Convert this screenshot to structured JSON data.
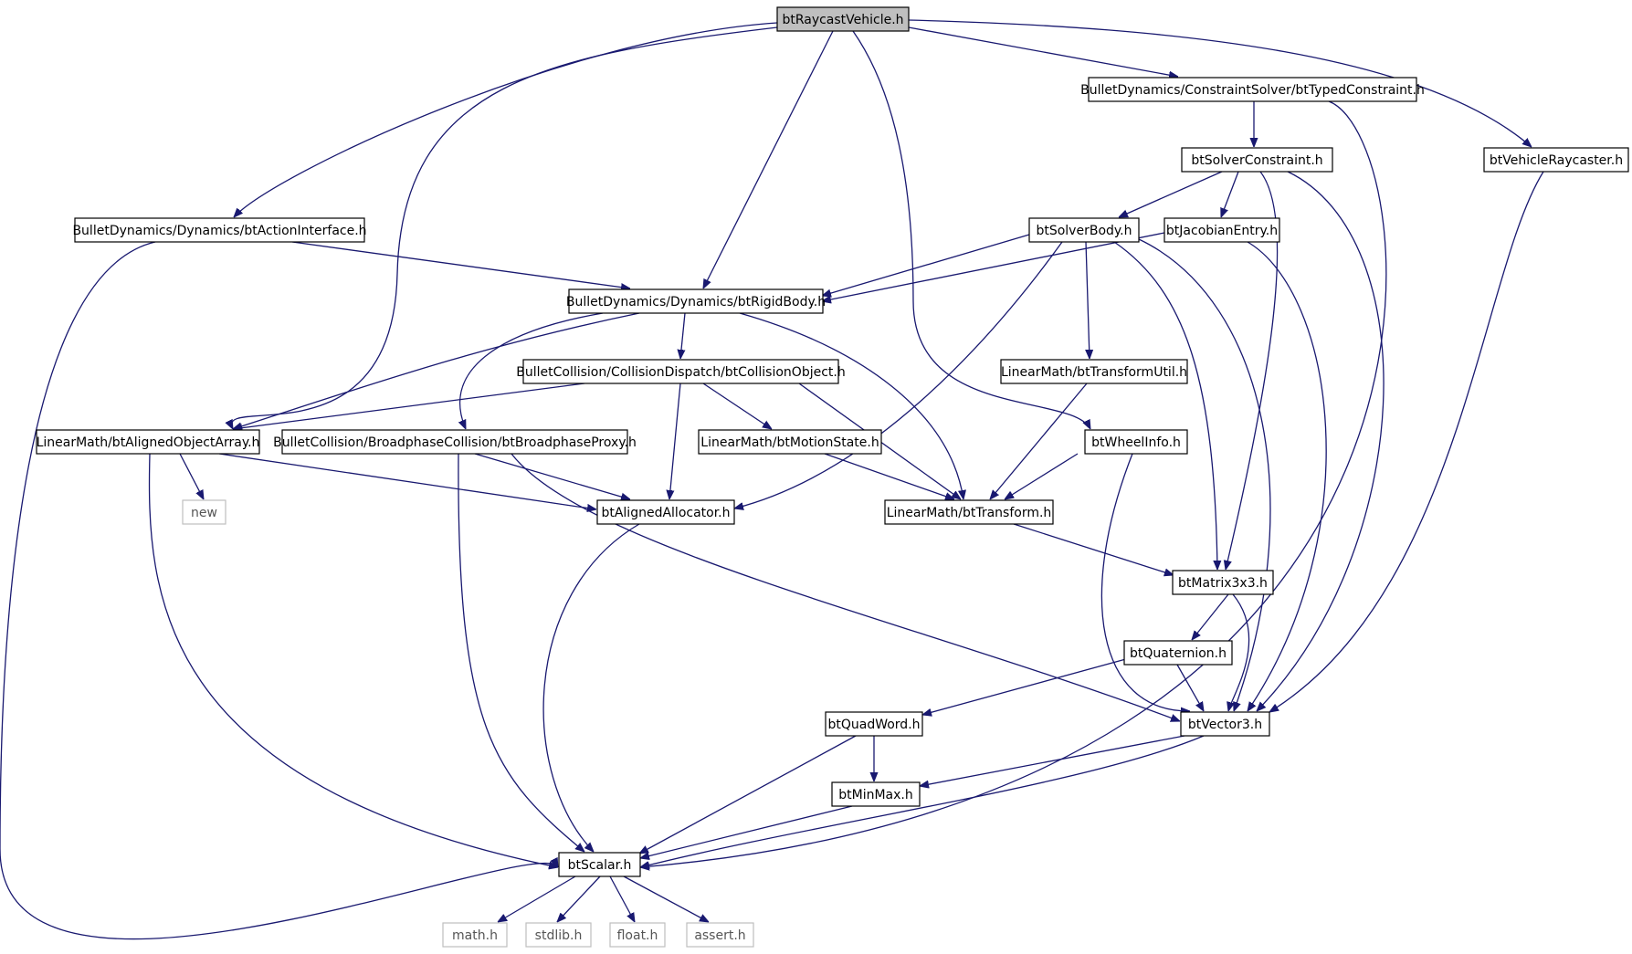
{
  "colors": {
    "edge": "#191970",
    "root_fill": "#bfbfbf",
    "border": "#000000",
    "system_border": "#bfbfbf"
  },
  "nodes": {
    "rv": {
      "label": "btRaycastVehicle.h"
    },
    "tc": {
      "label": "BulletDynamics/ConstraintSolver/btTypedConstraint.h"
    },
    "vr": {
      "label": "btVehicleRaycaster.h"
    },
    "sc": {
      "label": "btSolverConstraint.h"
    },
    "ai": {
      "label": "BulletDynamics/Dynamics/btActionInterface.h"
    },
    "sb": {
      "label": "btSolverBody.h"
    },
    "je": {
      "label": "btJacobianEntry.h"
    },
    "rb": {
      "label": "BulletDynamics/Dynamics/btRigidBody.h"
    },
    "co": {
      "label": "BulletCollision/CollisionDispatch/btCollisionObject.h"
    },
    "tu": {
      "label": "LinearMath/btTransformUtil.h"
    },
    "aoa": {
      "label": "LinearMath/btAlignedObjectArray.h"
    },
    "bp": {
      "label": "BulletCollision/BroadphaseCollision/btBroadphaseProxy.h"
    },
    "ms": {
      "label": "LinearMath/btMotionState.h"
    },
    "wi": {
      "label": "btWheelInfo.h"
    },
    "nw": {
      "label": "new"
    },
    "aa": {
      "label": "btAlignedAllocator.h"
    },
    "tr": {
      "label": "LinearMath/btTransform.h"
    },
    "m33": {
      "label": "btMatrix3x3.h"
    },
    "qt": {
      "label": "btQuaternion.h"
    },
    "qw": {
      "label": "btQuadWord.h"
    },
    "v3": {
      "label": "btVector3.h"
    },
    "mm": {
      "label": "btMinMax.h"
    },
    "s": {
      "label": "btScalar.h"
    },
    "math": {
      "label": "math.h"
    },
    "stdlib": {
      "label": "stdlib.h"
    },
    "float": {
      "label": "float.h"
    },
    "assert": {
      "label": "assert.h"
    }
  },
  "edges": [
    [
      "rv",
      "ai"
    ],
    [
      "rv",
      "aoa"
    ],
    [
      "rv",
      "rb"
    ],
    [
      "rv",
      "wi"
    ],
    [
      "rv",
      "tc"
    ],
    [
      "rv",
      "vr"
    ],
    [
      "tc",
      "sc"
    ],
    [
      "tc",
      "s"
    ],
    [
      "sc",
      "sb"
    ],
    [
      "sc",
      "je"
    ],
    [
      "sc",
      "m33"
    ],
    [
      "sc",
      "v3"
    ],
    [
      "vr",
      "v3"
    ],
    [
      "ai",
      "s"
    ],
    [
      "ai",
      "rb"
    ],
    [
      "sb",
      "rb"
    ],
    [
      "sb",
      "aa"
    ],
    [
      "sb",
      "tu"
    ],
    [
      "sb",
      "m33"
    ],
    [
      "sb",
      "v3"
    ],
    [
      "je",
      "rb"
    ],
    [
      "je",
      "v3"
    ],
    [
      "rb",
      "co"
    ],
    [
      "rb",
      "aoa"
    ],
    [
      "rb",
      "bp"
    ],
    [
      "rb",
      "tr"
    ],
    [
      "co",
      "aoa"
    ],
    [
      "co",
      "aa"
    ],
    [
      "co",
      "ms"
    ],
    [
      "co",
      "tr"
    ],
    [
      "tu",
      "tr"
    ],
    [
      "aoa",
      "nw"
    ],
    [
      "aoa",
      "aa"
    ],
    [
      "aoa",
      "s"
    ],
    [
      "bp",
      "aa"
    ],
    [
      "bp",
      "v3"
    ],
    [
      "bp",
      "s"
    ],
    [
      "ms",
      "tr"
    ],
    [
      "wi",
      "tr"
    ],
    [
      "wi",
      "v3"
    ],
    [
      "aa",
      "s"
    ],
    [
      "tr",
      "m33"
    ],
    [
      "m33",
      "qt"
    ],
    [
      "m33",
      "v3"
    ],
    [
      "qt",
      "qw"
    ],
    [
      "qt",
      "v3"
    ],
    [
      "qw",
      "mm"
    ],
    [
      "qw",
      "s"
    ],
    [
      "v3",
      "mm"
    ],
    [
      "v3",
      "s"
    ],
    [
      "mm",
      "s"
    ],
    [
      "s",
      "math"
    ],
    [
      "s",
      "stdlib"
    ],
    [
      "s",
      "float"
    ],
    [
      "s",
      "assert"
    ]
  ]
}
